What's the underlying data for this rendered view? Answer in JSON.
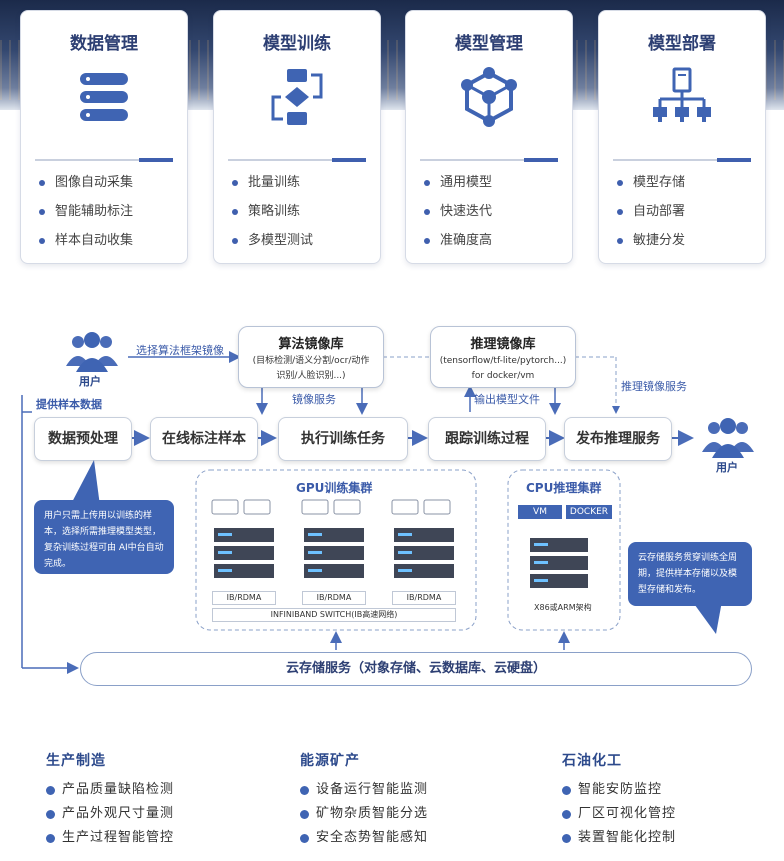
{
  "cards": [
    {
      "title": "数据管理",
      "icon": "server-stack-icon",
      "items": [
        "图像自动采集",
        "智能辅助标注",
        "样本自动收集"
      ]
    },
    {
      "title": "模型训练",
      "icon": "flow-cycle-icon",
      "items": [
        "批量训练",
        "策略训练",
        "多模型测试"
      ]
    },
    {
      "title": "模型管理",
      "icon": "hexagon-network-icon",
      "items": [
        "通用模型",
        "快速迭代",
        "准确度高"
      ]
    },
    {
      "title": "模型部署",
      "icon": "deploy-tree-icon",
      "items": [
        "模型存储",
        "自动部署",
        "敏捷分发"
      ]
    }
  ],
  "flow": {
    "user_left": "用户",
    "user_right": "用户",
    "select_framework": "选择算法框架镜像",
    "provide_samples": "提供样本数据",
    "image_service": "镜像服务",
    "output_model": "输出模型文件",
    "inference_image_service": "推理镜像服务",
    "algo_repo": {
      "title": "算法镜像库",
      "sub1": "(目标检测/语义分割/ocr/动作",
      "sub2": "识别/人脸识别...)"
    },
    "infer_repo": {
      "title": "推理镜像库",
      "sub1": "(tensorflow/tf-lite/pytorch...)",
      "sub2": "for docker/vm"
    },
    "steps": [
      "数据预处理",
      "在线标注样本",
      "执行训练任务",
      "跟踪训练过程",
      "发布推理服务"
    ],
    "bubble_left": "用户只需上传用以训练的样本，选择所需推理模型类型，复杂训练过程可由 AI中台自动完成。",
    "bubble_right": "云存储服务贯穿训练全周期，提供样本存储以及模型存储和发布。",
    "gpu_cluster": {
      "title": "GPU训练集群",
      "ib": [
        "IB/RDMA",
        "IB/RDMA",
        "IB/RDMA"
      ],
      "switch": "INFINIBAND SWITCH(IB高速网络)"
    },
    "cpu_cluster": {
      "title": "CPU推理集群",
      "vm": "VM",
      "docker": "DOCKER",
      "arch": "X86或ARM架构"
    },
    "storage": "云存储服务（对象存储、云数据库、云硬盘）"
  },
  "industries": [
    {
      "title": "生产制造",
      "items": [
        "产品质量缺陷检测",
        "产品外观尺寸量测",
        "生产过程智能管控"
      ]
    },
    {
      "title": "能源矿产",
      "items": [
        "设备运行智能监测",
        "矿物杂质智能分选",
        "安全态势智能感知"
      ]
    },
    {
      "title": "石油化工",
      "items": [
        "智能安防监控",
        "厂区可视化管控",
        "装置智能化控制"
      ]
    }
  ],
  "colors": {
    "primary": "#3f64b3",
    "dark": "#2d3f73",
    "accent": "#3b5ba9"
  }
}
